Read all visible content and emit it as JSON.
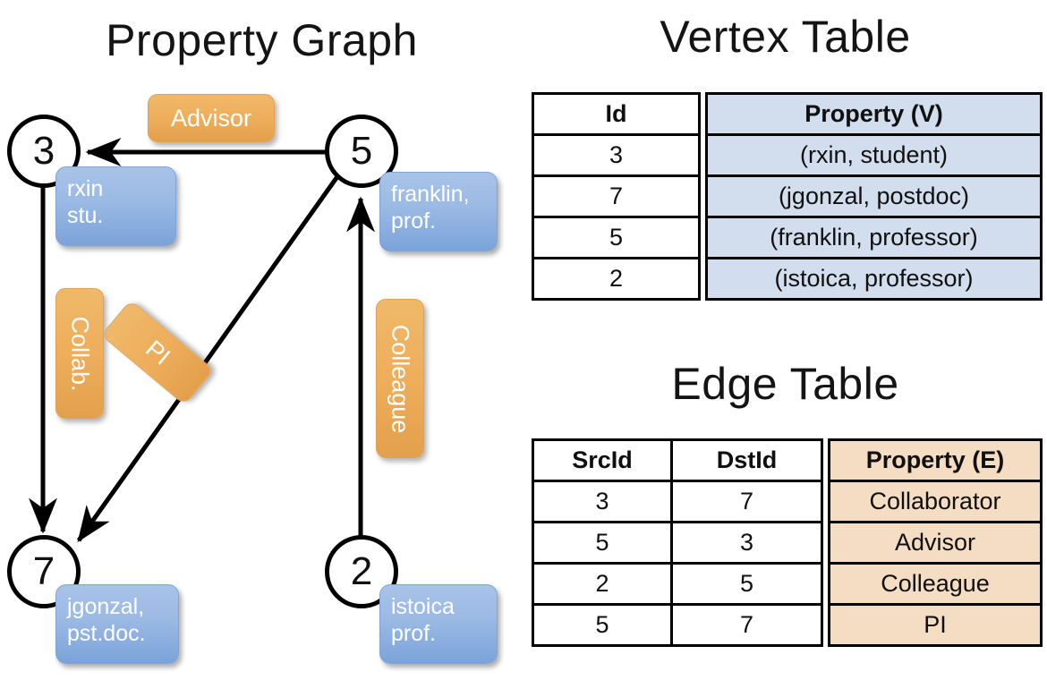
{
  "panels": {
    "graph_title": "Property Graph",
    "vertex_title": "Vertex Table",
    "edge_title": "Edge Table"
  },
  "colors": {
    "vertex_property_fill": "#d2ddee",
    "edge_property_fill": "#f5ddc3",
    "vertex_box_fill": "#8fb0e0",
    "edge_label_fill": "#eeae5b",
    "stroke": "#000000",
    "background": "#ffffff"
  },
  "graph": {
    "nodes": [
      {
        "id": "3",
        "label": "3",
        "property_line1": "rxin",
        "property_line2": "stu."
      },
      {
        "id": "5",
        "label": "5",
        "property_line1": "franklin,",
        "property_line2": "prof."
      },
      {
        "id": "7",
        "label": "7",
        "property_line1": "jgonzal,",
        "property_line2": "pst.doc."
      },
      {
        "id": "2",
        "label": "2",
        "property_line1": "istoica",
        "property_line2": "prof."
      }
    ],
    "edges": [
      {
        "src": "5",
        "dst": "3",
        "label": "Advisor",
        "orientation": "horizontal"
      },
      {
        "src": "3",
        "dst": "7",
        "label": "Collab.",
        "orientation": "vertical"
      },
      {
        "src": "5",
        "dst": "7",
        "label": "PI",
        "orientation": "diagonal"
      },
      {
        "src": "2",
        "dst": "5",
        "label": "Colleague",
        "orientation": "vertical"
      }
    ]
  },
  "vertex_table": {
    "headers": [
      "Id",
      "Property (V)"
    ],
    "rows": [
      {
        "id": "3",
        "property": "(rxin, student)"
      },
      {
        "id": "7",
        "property": "(jgonzal, postdoc)"
      },
      {
        "id": "5",
        "property": "(franklin, professor)"
      },
      {
        "id": "2",
        "property": "(istoica, professor)"
      }
    ]
  },
  "edge_table": {
    "headers": [
      "SrcId",
      "DstId",
      "Property (E)"
    ],
    "rows": [
      {
        "src": "3",
        "dst": "7",
        "property": "Collaborator"
      },
      {
        "src": "5",
        "dst": "3",
        "property": "Advisor"
      },
      {
        "src": "2",
        "dst": "5",
        "property": "Colleague"
      },
      {
        "src": "5",
        "dst": "7",
        "property": "PI"
      }
    ]
  }
}
